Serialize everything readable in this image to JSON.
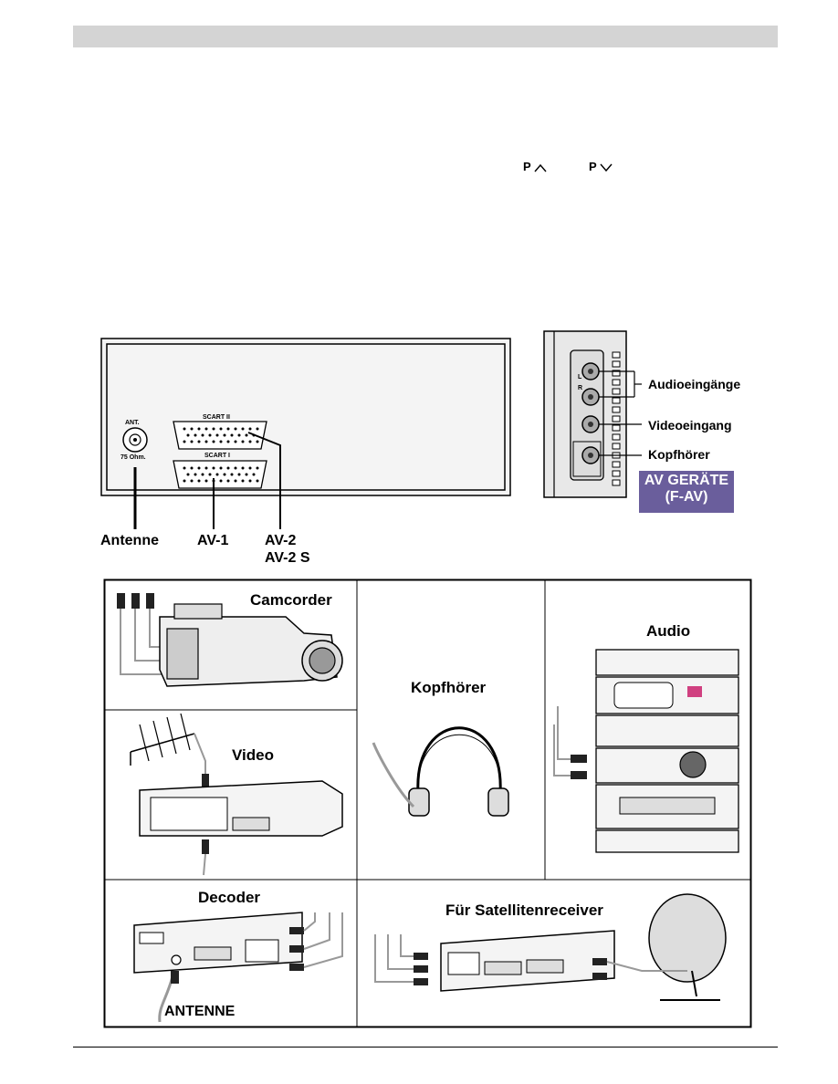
{
  "top_controls": {
    "p_up": "P",
    "p_down": "P"
  },
  "rear_panel": {
    "ant_label": "ANT.",
    "ohm_label": "75 Ohm.",
    "scart2": "SCART II",
    "scart1": "SCART I",
    "labels": {
      "antenne": "Antenne",
      "av1": "AV-1",
      "av2": "AV-2",
      "av2s": "AV-2 S"
    }
  },
  "side_panel": {
    "jack_l": "L",
    "jack_r": "R",
    "audio": "Audioeingänge",
    "video": "Videoeingang",
    "headphone": "Kopfhörer",
    "badge_line1": "AV GERÄTE",
    "badge_line2": "(F-AV)"
  },
  "devices": {
    "camcorder": "Camcorder",
    "kopfhoerer": "Kopfhörer",
    "audio": "Audio",
    "video": "Video",
    "decoder": "Decoder",
    "satellite": "Für Satellitenreceiver",
    "antenne": "ANTENNE"
  },
  "colors": {
    "badge": "#6a5e9c",
    "header_bar": "#d4d4d4",
    "cable": "#999999"
  }
}
